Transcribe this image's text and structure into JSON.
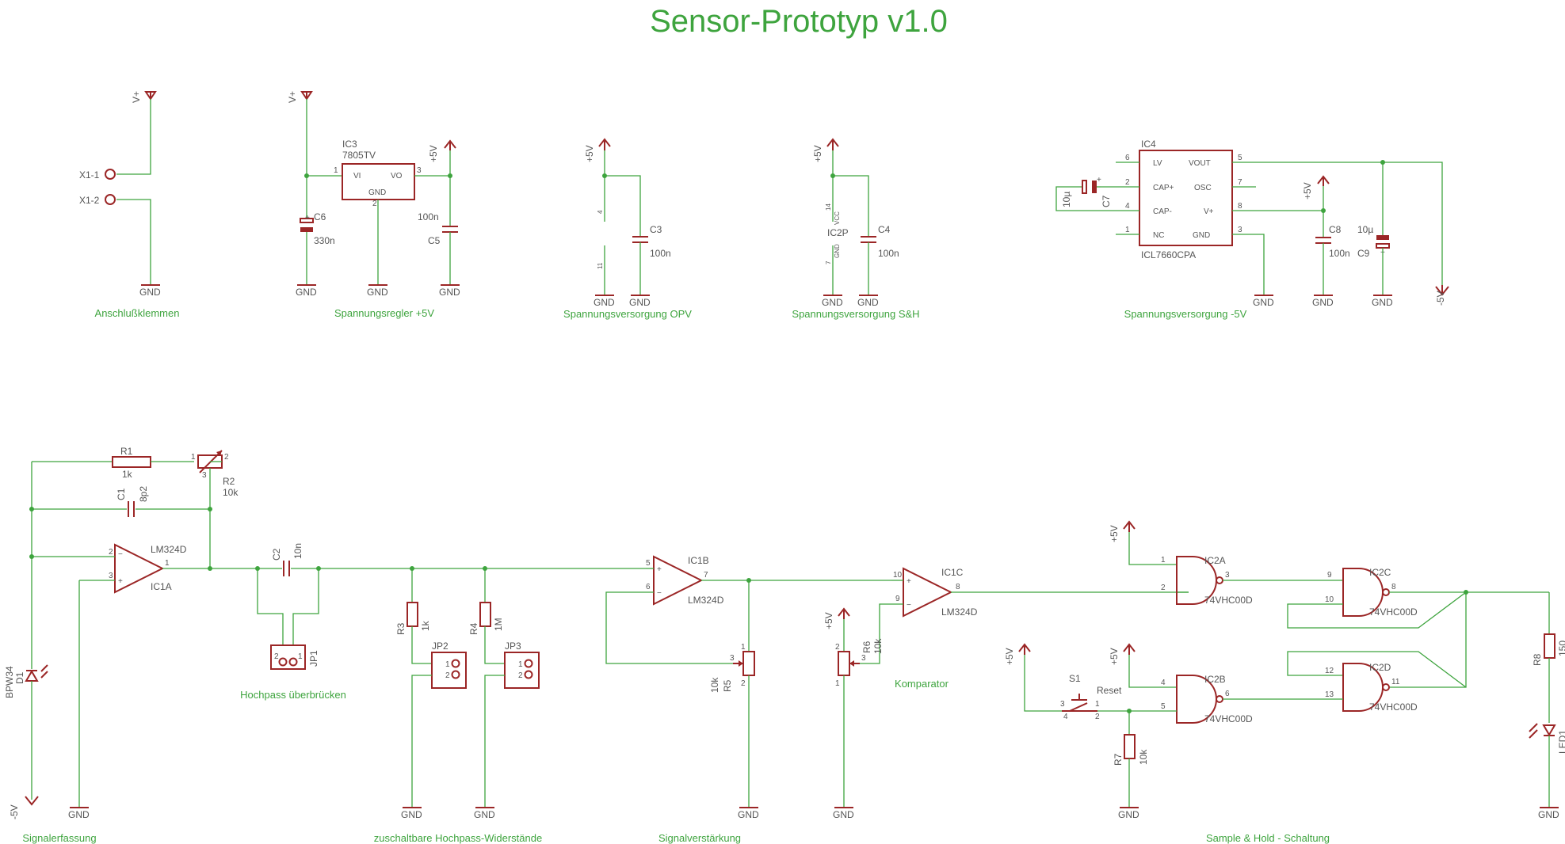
{
  "title": "Sensor-Prototyp v1.0",
  "sections": {
    "s1": "Anschlußklemmen",
    "s2": "Spannungsregler +5V",
    "s3": "Spannungsversorgung OPV",
    "s4": "Spannungsversorgung S&H",
    "s5": "Spannungsversorgung -5V",
    "s6": "Signalerfassung",
    "s7": "Hochpass überbrücken",
    "s8": "zuschaltbare Hochpass-Widerstände",
    "s9": "Signalverstärkung",
    "s10": "Komparator",
    "s11": "Sample & Hold - Schaltung"
  },
  "supplies": {
    "vplus": "V+",
    "p5v": "+5V",
    "m5v": "-5V",
    "gnd": "GND"
  },
  "terminals": {
    "x1": "X1-1",
    "x2": "X1-2"
  },
  "regulator": {
    "name": "IC3",
    "value": "7805TV",
    "pin_vi": "VI",
    "pin_vo": "VO",
    "pin_gnd": "GND",
    "n1": "1",
    "n2": "2",
    "n3": "3",
    "c6_name": "C6",
    "c6_value": "330n",
    "c5_name": "C5",
    "c5_value": "100n"
  },
  "opv_supply": {
    "pin4": "4",
    "pin11": "11",
    "c3_name": "C3",
    "c3_value": "100n"
  },
  "sh_supply": {
    "pin14": "14",
    "pin7": "7",
    "vcc": "VCC",
    "gnd_small": "GND",
    "ic_name": "IC2P",
    "c4_name": "C4",
    "c4_value": "100n"
  },
  "icl": {
    "name": "IC4",
    "value": "ICL7660CPA",
    "lv": "LV",
    "capp": "CAP+",
    "capm": "CAP-",
    "nc": "NC",
    "vout": "VOUT",
    "osc": "OSC",
    "vplus": "V+",
    "gnd": "GND",
    "p6": "6",
    "p2": "2",
    "p4": "4",
    "p1": "1",
    "p5": "5",
    "p7": "7",
    "p8": "8",
    "p3": "3",
    "c7_name": "C7",
    "c7_value": "10µ",
    "c8_name": "C8",
    "c8_value": "100n",
    "c9_name": "C9",
    "c9_value": "10µ"
  },
  "signal": {
    "r1_name": "R1",
    "r1_value": "1k",
    "r2_name": "R2",
    "r2_value": "10k",
    "c1_name": "C1",
    "c1_value": "8p2",
    "ic1a_part": "LM324D",
    "ic1a_name": "IC1A",
    "d1_value": "BPW34",
    "d1_name": "D1",
    "n1": "1",
    "n2": "2",
    "n3": "3",
    "minus": "−",
    "plus": "+"
  },
  "highpass": {
    "c2_name": "C2",
    "c2_value": "10n",
    "jp1": "JP1",
    "jp2": "JP2",
    "jp3": "JP3",
    "r3_name": "R3",
    "r3_value": "1k",
    "r4_name": "R4",
    "r4_value": "1M",
    "j1": "1",
    "j2": "2"
  },
  "amp": {
    "ic1b_name": "IC1B",
    "ic1b_part": "LM324D",
    "p5": "5",
    "p6": "6",
    "p7": "7",
    "r5_name": "R5",
    "r5_value": "10k",
    "n1": "1",
    "n2": "2",
    "n3": "3"
  },
  "comparator": {
    "ic1c_name": "IC1C",
    "ic1c_part": "LM324D",
    "p10": "10",
    "p9": "9",
    "p8": "8",
    "r6_name": "R6",
    "r6_value": "10k",
    "n1": "1",
    "n2": "2",
    "n3": "3"
  },
  "sh": {
    "ic2a": "IC2A",
    "ic2b": "IC2B",
    "ic2c": "IC2C",
    "ic2d": "IC2D",
    "part": "74VHC00D",
    "s1_name": "S1",
    "s1_value": "Reset",
    "r7_name": "R7",
    "r7_value": "10k",
    "r8_name": "R8",
    "r8_value": "150",
    "led": "LED1",
    "a1": "1",
    "a2": "2",
    "a3": "3",
    "b4": "4",
    "b5": "5",
    "b6": "6",
    "c9": "9",
    "c10": "10",
    "c8": "8",
    "d12": "12",
    "d13": "13",
    "d11": "11",
    "s_1": "1",
    "s_2": "2",
    "s_3": "3",
    "s_4": "4"
  }
}
